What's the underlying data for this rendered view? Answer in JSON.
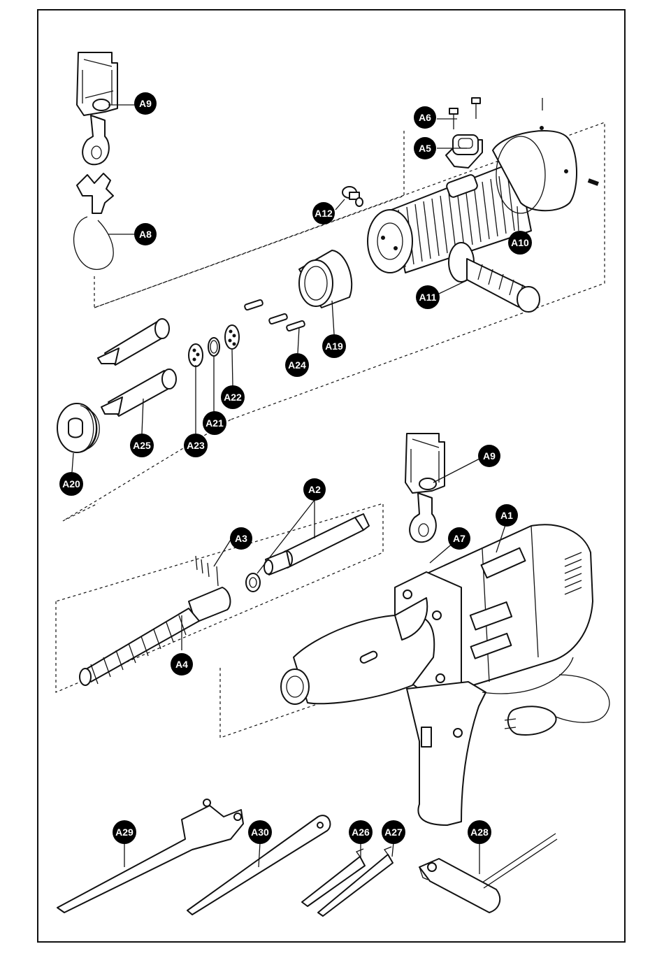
{
  "labels": {
    "a1": "A1",
    "a2": "A2",
    "a3": "A3",
    "a4": "A4",
    "a5": "A5",
    "a6": "A6",
    "a7": "A7",
    "a8": "A8",
    "a9_top": "A9",
    "a9_bottom": "A9",
    "a10": "A10",
    "a11": "A11",
    "a12": "A12",
    "a19": "A19",
    "a20": "A20",
    "a21": "A21",
    "a22": "A22",
    "a23": "A23",
    "a24": "A24",
    "a25": "A25",
    "a26": "A26",
    "a27": "A27",
    "a28": "A28",
    "a29": "A29",
    "a30": "A30"
  },
  "colors": {
    "bubble": "#000000",
    "line": "#111111",
    "paper": "#ffffff"
  }
}
